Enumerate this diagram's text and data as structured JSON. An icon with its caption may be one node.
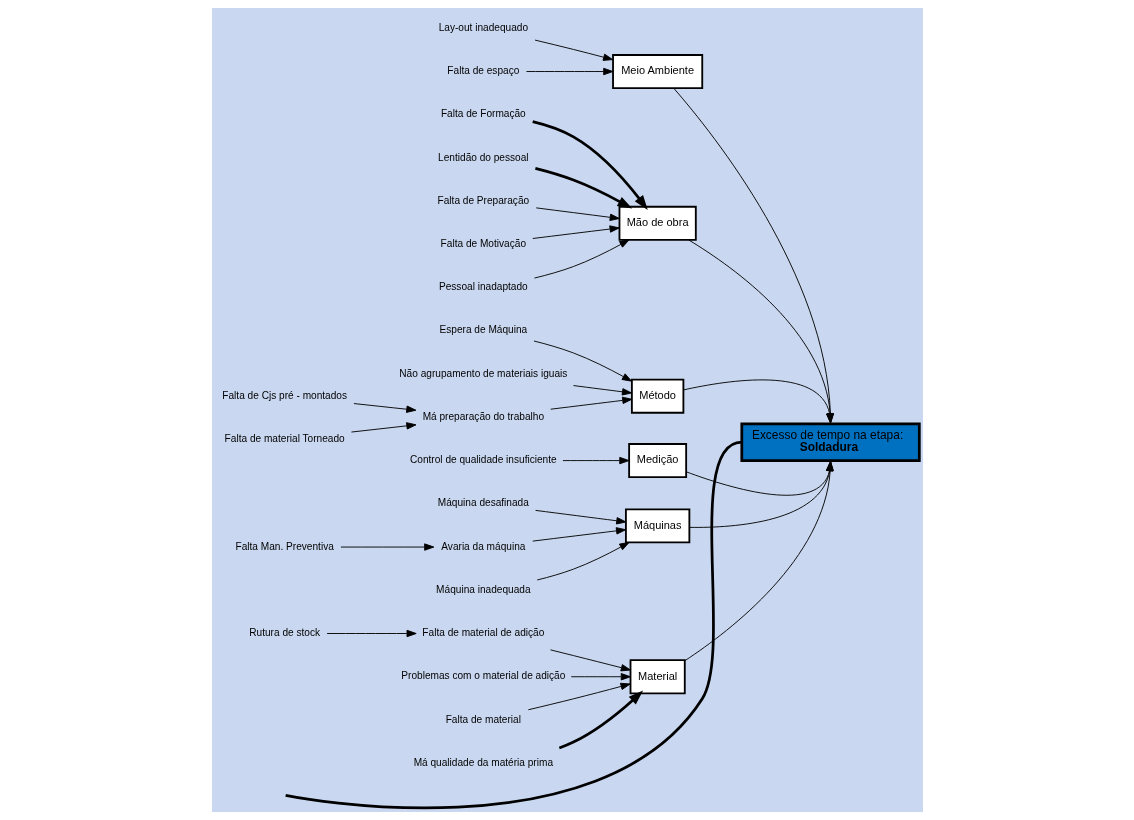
{
  "diagram": {
    "nodes": [
      {
        "text": [
          "Meio Ambiente"
        ]
      },
      {
        "text": [
          "Mão de obra"
        ]
      },
      {
        "text": [
          "Método"
        ]
      },
      {
        "text": [
          "Medição"
        ]
      },
      {
        "text": [
          "Máquinas"
        ]
      },
      {
        "text": [
          "Material"
        ]
      },
      {
        "text": [
          "Excesso de tempo na etapa:",
          "Soldadura"
        ]
      },
      {
        "text": [
          "Falta de espaço"
        ]
      },
      {
        "text": [
          "Lay-out inadequado"
        ]
      },
      {
        "text": [
          "Falta de Preparação"
        ]
      },
      {
        "text": [
          "Falta de Motivação"
        ]
      },
      {
        "text": [
          "Pessoal inadaptado"
        ]
      },
      {
        "text": [
          "Falta de Formação"
        ]
      },
      {
        "text": [
          "Lentidão do pessoal"
        ]
      },
      {
        "text": [
          "Má preparação do trabalho"
        ]
      },
      {
        "text": [
          "Falta de material Torneado"
        ]
      },
      {
        "text": [
          "Falta de Cjs pré - montados"
        ]
      },
      {
        "text": [
          "Espera de Máquina"
        ]
      },
      {
        "text": [
          "Não agrupamento de materiais iguais"
        ]
      },
      {
        "text": [
          "Control de qualidade insuficiente"
        ]
      },
      {
        "text": [
          "Avaria da máquina"
        ]
      },
      {
        "text": [
          "Falta Man. Preventiva"
        ]
      },
      {
        "text": [
          "Máquina inadequada"
        ]
      },
      {
        "text": [
          "Máquina desafinada"
        ]
      },
      {
        "text": [
          "Problemas com o material de adição"
        ]
      },
      {
        "text": [
          "Falta de material"
        ]
      },
      {
        "text": [
          "Má qualidade da matéria prima"
        ]
      },
      {
        "text": [
          "Falta de material de adição"
        ]
      },
      {
        "text": [
          "Rutura de stock"
        ]
      }
    ],
    "edges": [
      {
        "from": null,
        "to": 6,
        "arrow": "none",
        "style": "thick"
      },
      {
        "from": 0,
        "to": 6,
        "arrow": "to"
      },
      {
        "from": 1,
        "to": 6,
        "arrow": "to"
      },
      {
        "from": 2,
        "to": 6,
        "arrow": "to"
      },
      {
        "from": 3,
        "to": 6,
        "arrow": "to"
      },
      {
        "from": 4,
        "to": 6,
        "arrow": "to"
      },
      {
        "from": 5,
        "to": 6,
        "arrow": "to"
      },
      {
        "from": 7,
        "to": 0,
        "arrow": "to"
      },
      {
        "from": 8,
        "to": 0,
        "arrow": "to"
      },
      {
        "from": 9,
        "to": 1,
        "arrow": "to"
      },
      {
        "from": 10,
        "to": 1,
        "arrow": "to"
      },
      {
        "from": 11,
        "to": 1,
        "arrow": "to"
      },
      {
        "from": 12,
        "to": 1,
        "arrow": "to",
        "style": "thick"
      },
      {
        "from": 13,
        "to": 1,
        "arrow": "to",
        "style": "thick"
      },
      {
        "from": 14,
        "to": 2,
        "arrow": "to"
      },
      {
        "from": 15,
        "to": 14,
        "arrow": "to"
      },
      {
        "from": 16,
        "to": 14,
        "arrow": "to"
      },
      {
        "from": 17,
        "to": 2,
        "arrow": "to"
      },
      {
        "from": 18,
        "to": 2,
        "arrow": "to"
      },
      {
        "from": 19,
        "to": 3,
        "arrow": "to"
      },
      {
        "from": 20,
        "to": 4,
        "arrow": "to"
      },
      {
        "from": 21,
        "to": 20,
        "arrow": "to"
      },
      {
        "from": 22,
        "to": 4,
        "arrow": "to"
      },
      {
        "from": 23,
        "to": 4,
        "arrow": "to"
      },
      {
        "from": 24,
        "to": 5,
        "arrow": "to"
      },
      {
        "from": 25,
        "to": 5,
        "arrow": "to"
      },
      {
        "from": 26,
        "to": 5,
        "arrow": "to",
        "style": "thick"
      },
      {
        "from": 27,
        "to": 5,
        "arrow": "to"
      },
      {
        "from": 28,
        "to": 27,
        "arrow": "to"
      }
    ]
  }
}
